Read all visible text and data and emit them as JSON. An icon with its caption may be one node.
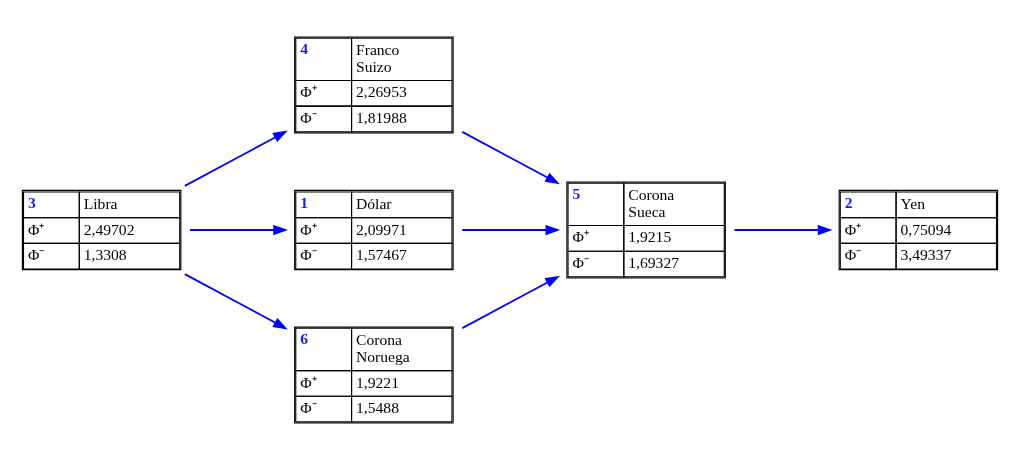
{
  "diagram": {
    "nodes": [
      {
        "text": [
          "3",
          "Libra",
          "Φ⁺",
          "2,49702",
          "Φ⁻",
          "1,3308"
        ]
      },
      {
        "text": [
          "4",
          "Franco Suizo",
          "Φ⁺",
          "2,26953",
          "Φ⁻",
          "1,81988"
        ]
      },
      {
        "text": [
          "1",
          "Dólar",
          "Φ⁺",
          "2,09971",
          "Φ⁻",
          "1,57467"
        ]
      },
      {
        "text": [
          "6",
          "Corona Noruega",
          "Φ⁺",
          "1,9221",
          "Φ⁻",
          "1,5488"
        ]
      },
      {
        "text": [
          "5",
          "Corona Sueca",
          "Φ⁺",
          "1,9215",
          "Φ⁻",
          "1,69327"
        ]
      },
      {
        "text": [
          "2",
          "Yen",
          "Φ⁺",
          "0,75094",
          "Φ⁻",
          "3,49337"
        ]
      }
    ],
    "edges": [
      {
        "from": 0,
        "to": 1,
        "arrow": "to"
      },
      {
        "from": 0,
        "to": 2,
        "arrow": "to"
      },
      {
        "from": 0,
        "to": 3,
        "arrow": "to"
      },
      {
        "from": 1,
        "to": 4,
        "arrow": "to"
      },
      {
        "from": 2,
        "to": 4,
        "arrow": "to"
      },
      {
        "from": 3,
        "to": 4,
        "arrow": "to"
      },
      {
        "from": 4,
        "to": 5,
        "arrow": "to"
      }
    ]
  }
}
